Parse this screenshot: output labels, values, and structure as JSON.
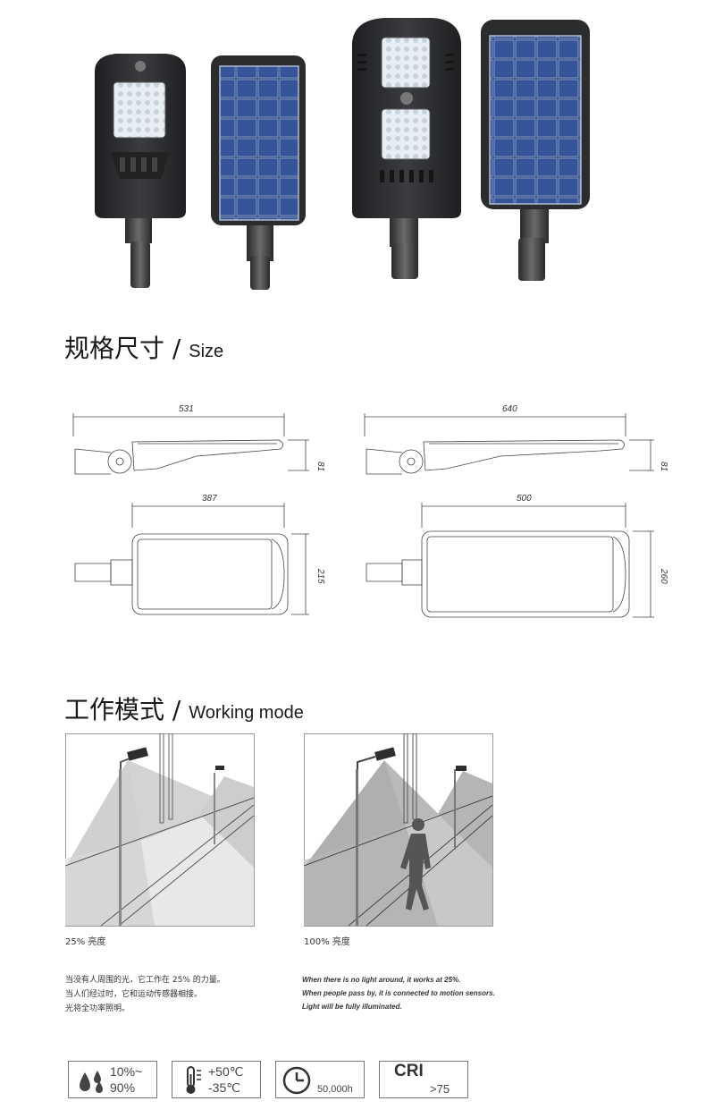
{
  "products": [
    {
      "name": "small-lamp-front"
    },
    {
      "name": "small-lamp-back"
    },
    {
      "name": "large-lamp-front"
    },
    {
      "name": "large-lamp-back"
    }
  ],
  "size_section": {
    "title_cn": "规格尺寸",
    "slash": "/",
    "title_en": "Size"
  },
  "dimensions": {
    "small": {
      "length": "531",
      "height": "81",
      "panel_length": "387",
      "width": "215"
    },
    "large": {
      "length": "640",
      "height": "81",
      "panel_length": "500",
      "width": "260"
    }
  },
  "mode_section": {
    "title_cn": "工作模式",
    "slash": "/",
    "title_en": "Working mode"
  },
  "modes": [
    {
      "caption": "25% 亮度"
    },
    {
      "caption": "100% 亮度"
    }
  ],
  "description_cn": [
    "当没有人周围的光，它工作在 25% 的力量。",
    "当人们经过时，它和运动传感器相接。",
    "光将全功率照明。"
  ],
  "description_en": [
    "When there is no light around, it works at 25%.",
    "When people pass by, it is connected to motion sensors.",
    "Light will be fully illuminated."
  ],
  "specs": {
    "humidity": {
      "icon": "humidity-drops-icon",
      "line1": "10%~",
      "line2": "90%"
    },
    "temperature": {
      "icon": "thermometer-icon",
      "line1": "+50℃",
      "line2": "-35℃"
    },
    "lifetime": {
      "icon": "clock-icon",
      "value": "50,000h"
    },
    "cri": {
      "label": "CRI",
      "value": ">75"
    }
  },
  "colors": {
    "housing": "#2b2d2f",
    "panel": "#2f4a86",
    "pole": "#555555"
  }
}
